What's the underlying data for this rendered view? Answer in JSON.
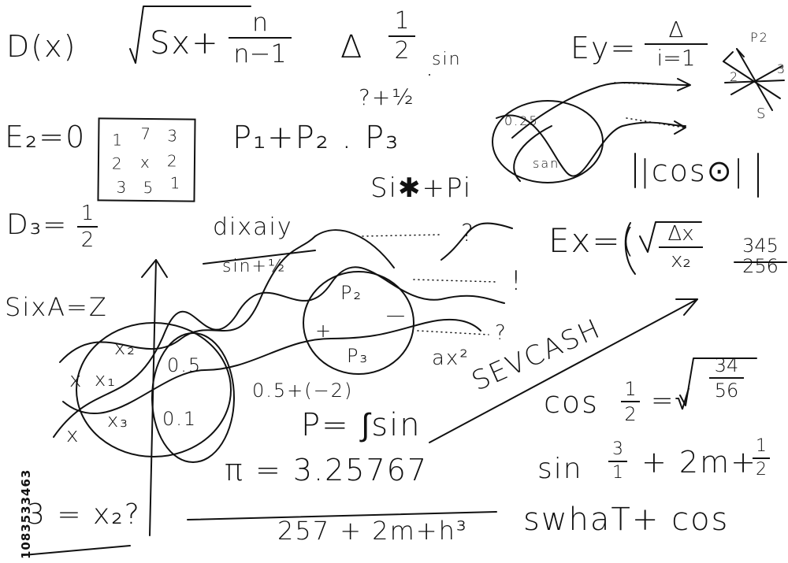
{
  "formulas": {
    "dx_label": "D(x)",
    "sqrt_body": "Sx+",
    "n_over": {
      "num": "n",
      "den": "n−1"
    },
    "delta": "Δ",
    "half_top": {
      "num": "1",
      "den": "2"
    },
    "sin_top": "sin",
    "q_plus_half": "?+½",
    "ey_label": "Ey=",
    "ey_frac": {
      "num": "Δ",
      "den": "i=1"
    },
    "e2": "E₂=0",
    "p_sum": "P₁+P₂ . P₃",
    "si_pi": "Si✱+Pi",
    "cos_abs": "|cos⊙|",
    "d3": "D₃=",
    "d3_frac": {
      "num": "1",
      "den": "2"
    },
    "dixaiy": "dixaiy",
    "sin_half_den": "sin+½",
    "ex_label": "Ex=(",
    "ex_frac": {
      "num": "Δx",
      "den": "x₂"
    },
    "frac_345": {
      "num": "345",
      "den": "256"
    },
    "sixa": "SixA=Z",
    "p2": "P₂",
    "p3": "P₃",
    "plus_sign": "+",
    "minus_sign": "—",
    "x2": "x₂",
    "x1": "x₁",
    "x3": "x₃",
    "x_left_a": "x",
    "x_left_b": "x",
    "val_05": "0.5",
    "val_01": "0.1",
    "ax2": "ax²",
    "sevcash": "SEVCASH",
    "half_sum": "0.5+(−2)",
    "p_sin": "P= ∫sin",
    "cos_frac_label": "cos",
    "cos_frac": {
      "num": "1",
      "den": "2"
    },
    "eq_sqrt": "=√",
    "frac_34_56": {
      "num": "34",
      "den": "56"
    },
    "pi_value": "π = 3.25767",
    "pi_den": "257 + 2m+h³",
    "sin_label": "sin",
    "sin_frac": {
      "num": "3",
      "den": "1"
    },
    "plus_2m": "+ 2m+",
    "half_end": {
      "num": "1",
      "den": "2"
    },
    "swhat": "swhaT+ cos",
    "x3_x2": "3 = x₂?",
    "q_mark_1": "?",
    "q_mark_2": "?",
    "excl": "!",
    "val_025": "0.25",
    "san": "san",
    "cross_labels": {
      "a": "P2",
      "b": "2",
      "c": "3",
      "d": "S"
    }
  },
  "grid": {
    "cells": [
      "1",
      "7",
      "3",
      "2",
      "x",
      "2",
      "3",
      "5",
      "1"
    ]
  },
  "watermark": {
    "text": "1083533463"
  }
}
